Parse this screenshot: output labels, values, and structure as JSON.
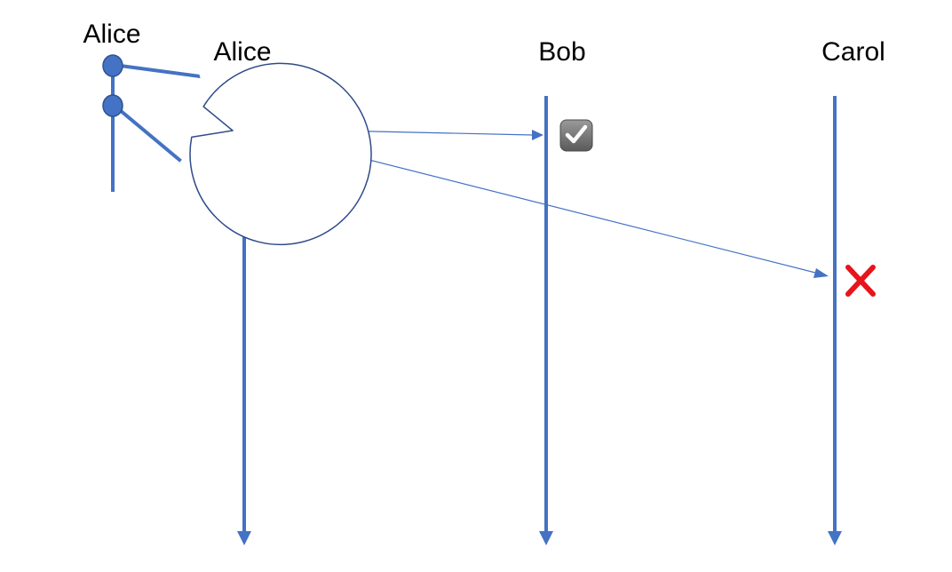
{
  "participants": [
    {
      "id": "alice",
      "label": "Alice"
    },
    {
      "id": "bob",
      "label": "Bob"
    },
    {
      "id": "carol",
      "label": "Carol"
    }
  ],
  "zoom_callout": {
    "label": "Alice"
  },
  "messages": [
    {
      "from": "Alice",
      "to": "Bob",
      "status_icon": "checkmark-icon",
      "status": "delivered"
    },
    {
      "from": "Alice",
      "to": "Carol",
      "status_icon": "red-x-icon",
      "status": "failed"
    }
  ],
  "colors": {
    "lifeline": "#4472C4",
    "event_dot": "#4472C4",
    "dot_outline": "#2F528F",
    "callout_outline": "#2F4B8A",
    "success_icon_bg": "#6E6E6E",
    "failure_icon": "#E8141B"
  }
}
